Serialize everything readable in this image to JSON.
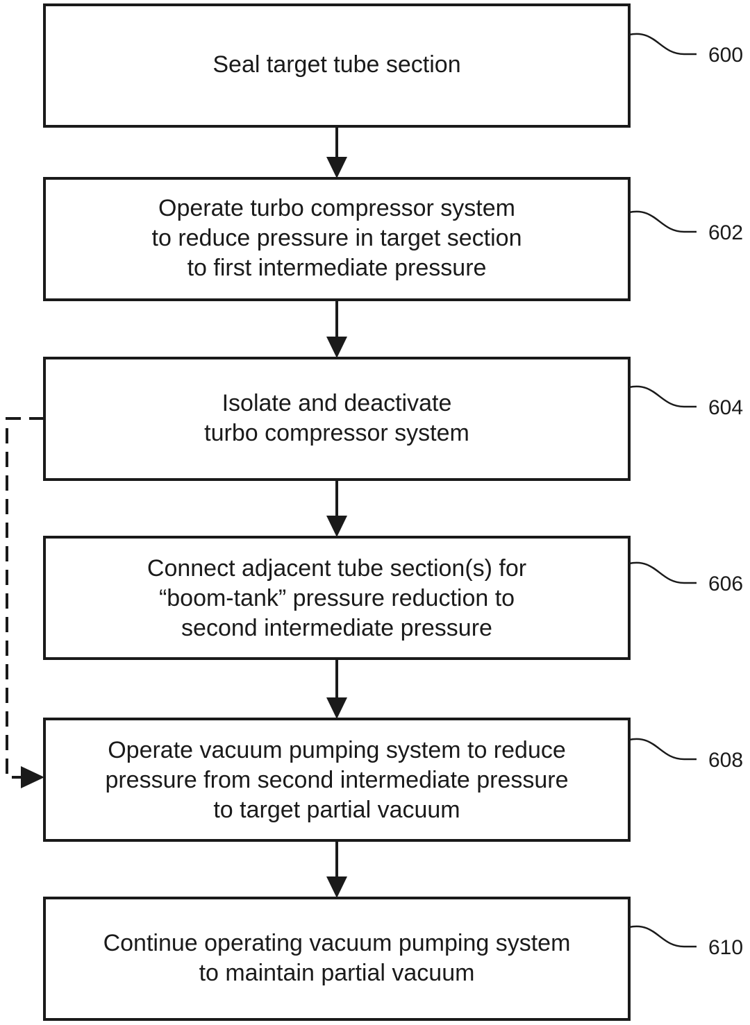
{
  "steps": [
    {
      "ref": "600",
      "lines": [
        "Seal target tube section"
      ]
    },
    {
      "ref": "602",
      "lines": [
        "Operate turbo compressor system",
        "to reduce pressure in target section",
        "to first intermediate pressure"
      ]
    },
    {
      "ref": "604",
      "lines": [
        "Isolate and deactivate",
        "turbo compressor system"
      ]
    },
    {
      "ref": "606",
      "lines": [
        "Connect adjacent tube section(s) for",
        "“boom-tank” pressure reduction to",
        "second intermediate pressure"
      ]
    },
    {
      "ref": "608",
      "lines": [
        "Operate vacuum pumping system to reduce",
        "pressure from second intermediate pressure",
        "to target partial vacuum"
      ]
    },
    {
      "ref": "610",
      "lines": [
        "Continue operating vacuum pumping system",
        "to maintain partial vacuum"
      ]
    }
  ],
  "connections": [
    {
      "from": "600",
      "to": "602",
      "style": "solid"
    },
    {
      "from": "602",
      "to": "604",
      "style": "solid"
    },
    {
      "from": "604",
      "to": "606",
      "style": "solid"
    },
    {
      "from": "606",
      "to": "608",
      "style": "solid"
    },
    {
      "from": "608",
      "to": "610",
      "style": "solid"
    },
    {
      "from": "604",
      "to": "608",
      "style": "dashed"
    }
  ]
}
